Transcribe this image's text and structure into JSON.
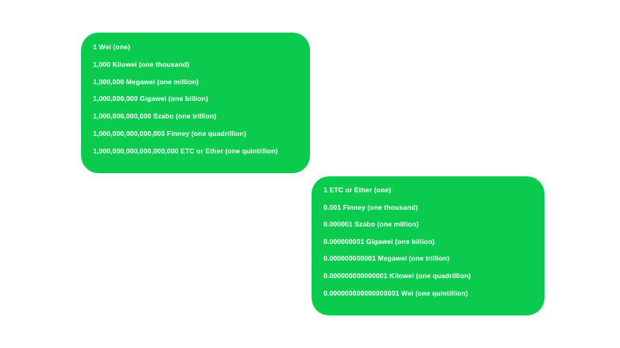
{
  "page": {
    "background_color": "#ffffff",
    "card_color": "#0bcb4f",
    "text_color": "#ffffff"
  },
  "cards": [
    {
      "id": "wei-ascending",
      "name": "wei-denomination-card",
      "rows": [
        "1 Wei (one)",
        "1,000 Kilowei (one thousand)",
        "1,000,000 Megawei (one million)",
        "1,000,000,000 Gigawei (one billion)",
        "1,000,000,000,000 Szabo (one trillion)",
        "1,000,000,000,000,000 Finney (one quadrillion)",
        "1,000,000,000,000,000,000 ETC or Ether (one quintillion)"
      ]
    },
    {
      "id": "ether-descending",
      "name": "ether-denomination-card",
      "rows": [
        "1 ETC or Ether (one)",
        "0.001 Finney (one thousand)",
        "0.000001 Szabo (one million)",
        "0.000000001 Gigawei (one billion)",
        "0.000000000001 Megawei (one trillion)",
        "0.000000000000001 Kilowei (one quadrillion)",
        "0.000000000000000001 Wei (one quintillion)"
      ]
    }
  ]
}
